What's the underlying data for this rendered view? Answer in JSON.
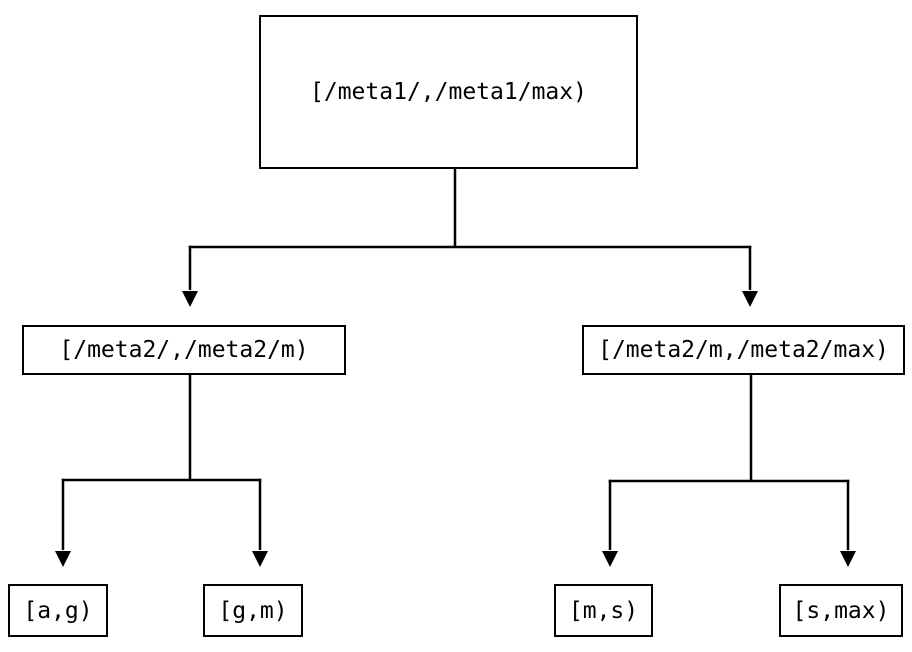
{
  "diagram": {
    "type": "binary-interval-tree",
    "background_color": "#ffffff",
    "line_color": "#000000",
    "box_border_color": "#000000",
    "box_fill_color": "#ffffff",
    "text_color": "#000000",
    "nodes": {
      "root": {
        "label": "[/meta1/,/meta1/max)"
      },
      "left_child": {
        "label": "[/meta2/,/meta2/m)"
      },
      "right_child": {
        "label": "[/meta2/m,/meta2/max)"
      },
      "leaf_a_g": {
        "label": "[a,g)"
      },
      "leaf_g_m": {
        "label": "[g,m)"
      },
      "leaf_m_s": {
        "label": "[m,s)"
      },
      "leaf_s_max": {
        "label": "[s,max)"
      }
    },
    "edges": [
      {
        "from": "root",
        "to": "left_child"
      },
      {
        "from": "root",
        "to": "right_child"
      },
      {
        "from": "left_child",
        "to": "leaf_a_g"
      },
      {
        "from": "left_child",
        "to": "leaf_g_m"
      },
      {
        "from": "right_child",
        "to": "leaf_m_s"
      },
      {
        "from": "right_child",
        "to": "leaf_s_max"
      }
    ]
  }
}
